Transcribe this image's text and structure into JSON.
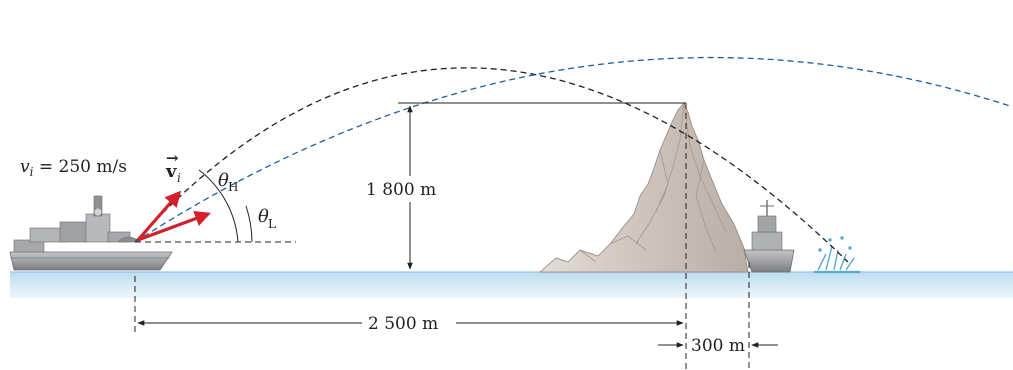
{
  "labels": {
    "speed_var": "v",
    "speed_sub": "i",
    "speed_rest": " = 250 m/s",
    "vector_letter": "v",
    "vector_arrow": "→",
    "vector_sub": "i",
    "theta_high": "θ",
    "theta_high_sub": "H",
    "theta_low": "θ",
    "theta_low_sub": "L",
    "height": "1 800 m",
    "horizontal_distance": "2 500 m",
    "offset_distance": "300 m"
  },
  "colors": {
    "sea": "#cfe6f4",
    "sea_line": "#a9cde4",
    "high_trajectory": "#231f20",
    "low_trajectory": "#1d5fa0",
    "velocity_arrow": "#d3202a",
    "ship": "#9a9b9e",
    "mountain": "#d6cdc6"
  }
}
